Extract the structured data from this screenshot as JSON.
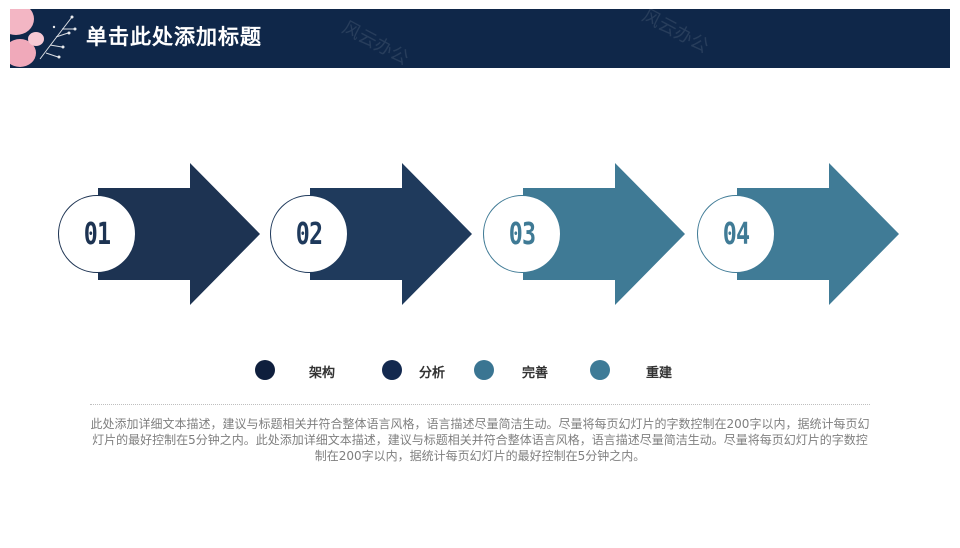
{
  "header": {
    "title": "单击此处添加标题",
    "background_color": "#0f2749",
    "watermarks": [
      "风云办公",
      "风云办公"
    ]
  },
  "steps": [
    {
      "number": "01",
      "color": "#1d3352",
      "border": "#1d3352"
    },
    {
      "number": "02",
      "color": "#1f3a5c",
      "border": "#1f3a5c"
    },
    {
      "number": "03",
      "color": "#3f7a95",
      "border": "#3f7a95"
    },
    {
      "number": "04",
      "color": "#407b96",
      "border": "#407b96"
    }
  ],
  "legend": [
    {
      "label": "架构",
      "color": "#0f1f3d"
    },
    {
      "label": "分析",
      "color": "#13294f"
    },
    {
      "label": "完善",
      "color": "#3a7592"
    },
    {
      "label": "重建",
      "color": "#3e7b97"
    }
  ],
  "description": "此处添加详细文本描述，建议与标题相关并符合整体语言风格，语言描述尽量简洁生动。尽量将每页幻灯片的字数控制在200字以内，据统计每页幻灯片的最好控制在5分钟之内。此处添加详细文本描述，建议与标题相关并符合整体语言风格，语言描述尽量简洁生动。尽量将每页幻灯片的字数控制在200字以内，据统计每页幻灯片的最好控制在5分钟之内。"
}
